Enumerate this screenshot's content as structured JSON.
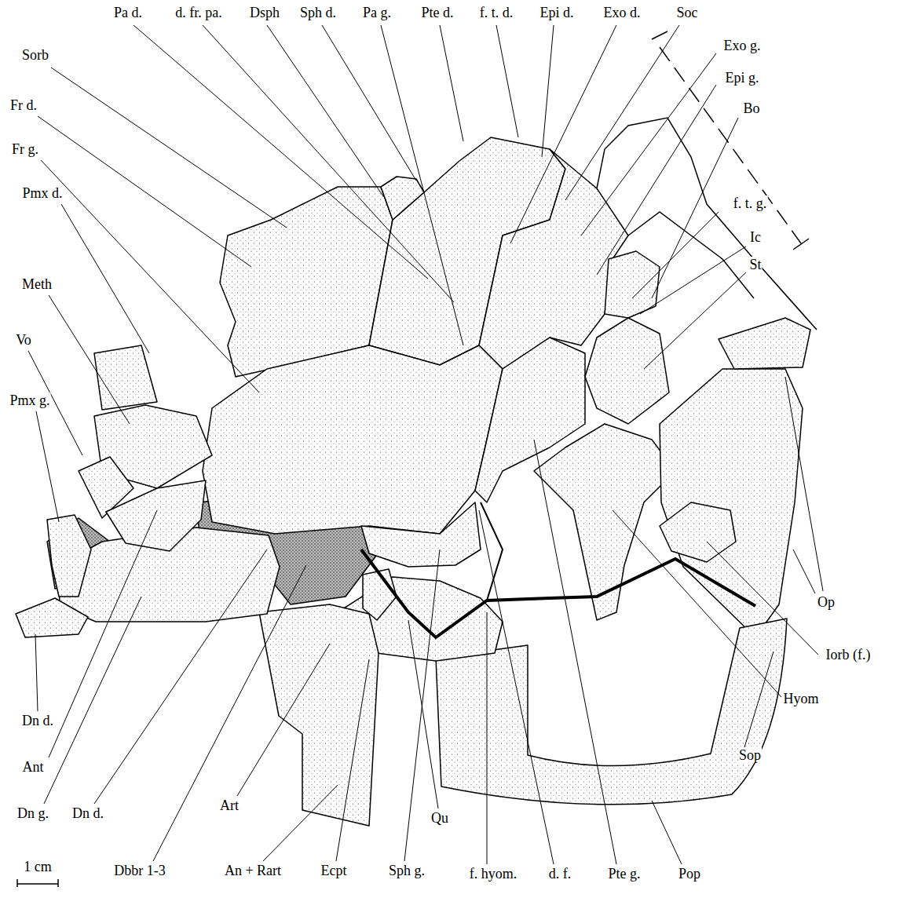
{
  "diagram": {
    "labels": [
      "Pa d.",
      "d. fr. pa.",
      "Dsph",
      "Sph d.",
      "Pa g.",
      "Pte d.",
      "f. t. d.",
      "Epi d.",
      "Exo d.",
      "Soc",
      "Exo g.",
      "Epi g.",
      "Bo",
      "f. t. g.",
      "Ic",
      "St",
      "Sorb",
      "Fr d.",
      "Fr g.",
      "Pmx d.",
      "Meth",
      "Vo",
      "Pmx g.",
      "Op",
      "Iorb (f.)",
      "Hyom",
      "Sop",
      "Dn d.",
      "Ant",
      "Dn g.",
      "Dn d.",
      "Art",
      "Qu",
      "1 cm",
      "Dbbr 1-3",
      "An + Rart",
      "Ecpt",
      "Sph g.",
      "f. hyom.",
      "d. f.",
      "Pte g.",
      "Pop"
    ]
  }
}
